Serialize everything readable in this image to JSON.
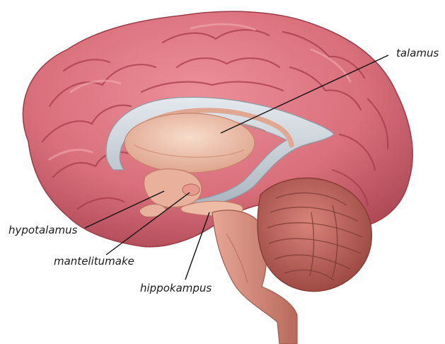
{
  "labels": {
    "talamus": "talamus",
    "hypotalamus": "hypotalamus",
    "mantelitumake": "mantelitumake",
    "hippokampus": "hippokampus"
  },
  "colors": {
    "cortex": "#d9707c",
    "cortex_dark": "#b04a57",
    "thalamus": "#eebfa8",
    "ventricle": "#c9d2da",
    "cerebellum": "#c0665f",
    "brainstem": "#d08676",
    "leader": "#111111"
  }
}
